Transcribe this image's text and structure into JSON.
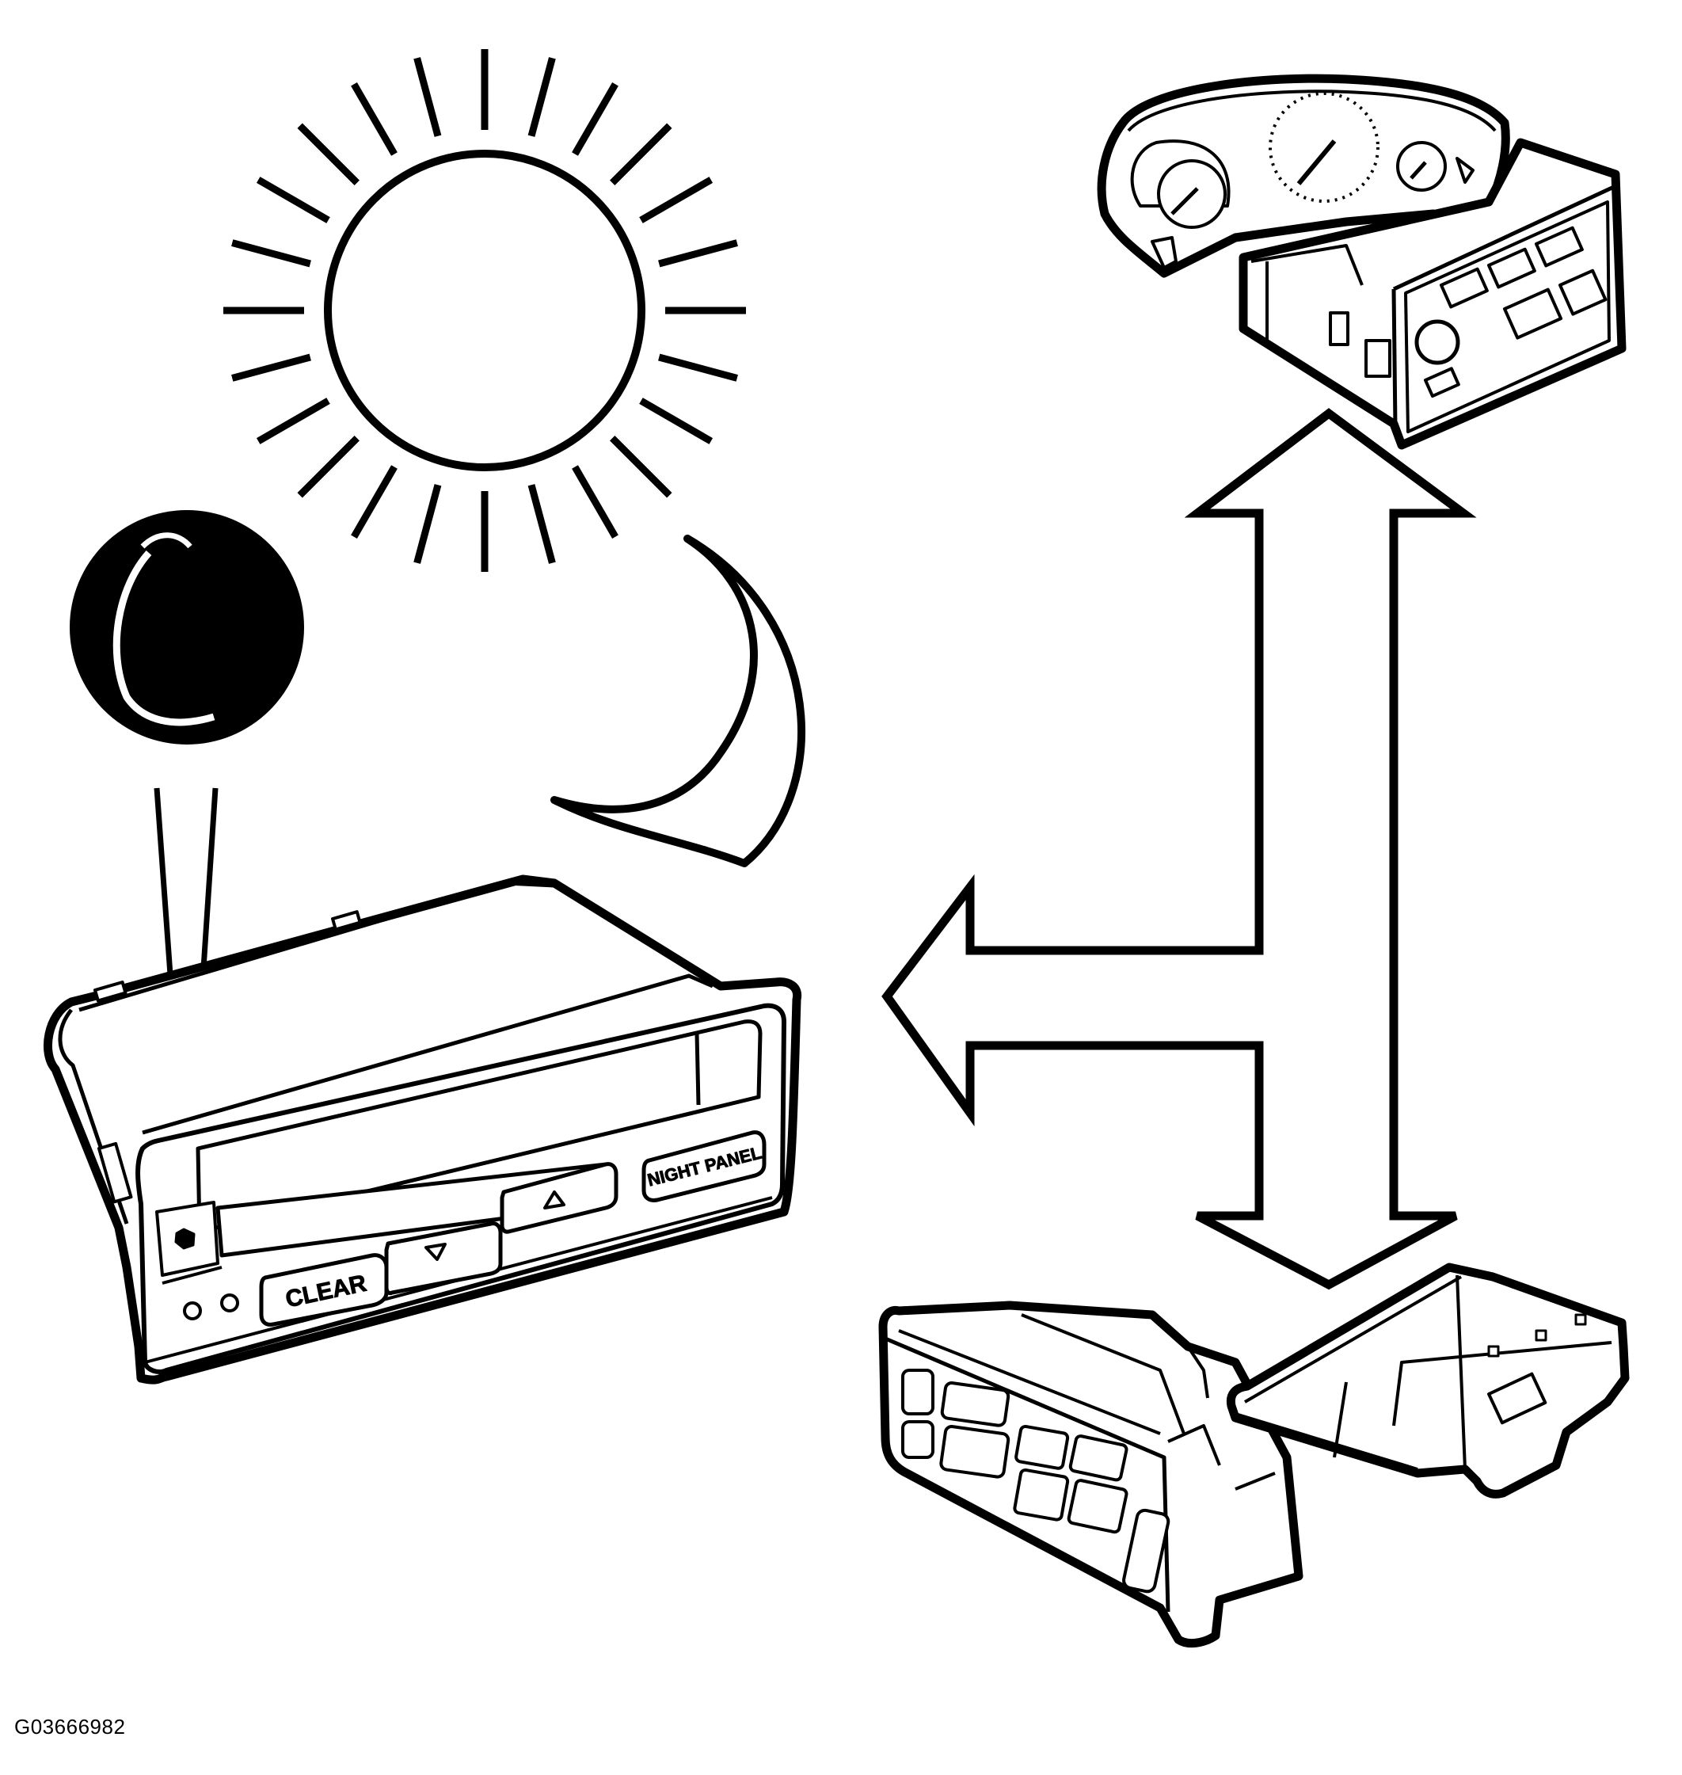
{
  "figure_id": "G03666982",
  "display_unit": {
    "buttons": {
      "clear": "CLEAR",
      "night_panel": "NIGHT PANEL"
    },
    "icons": {
      "down": "down-triangle-icon",
      "up": "up-triangle-icon"
    }
  },
  "icons": {
    "sun": "sun-icon",
    "moon": "crescent-moon-icon",
    "light_sensor": "light-sensor-icon"
  },
  "colors": {
    "line": "#000000",
    "background": "#ffffff"
  }
}
